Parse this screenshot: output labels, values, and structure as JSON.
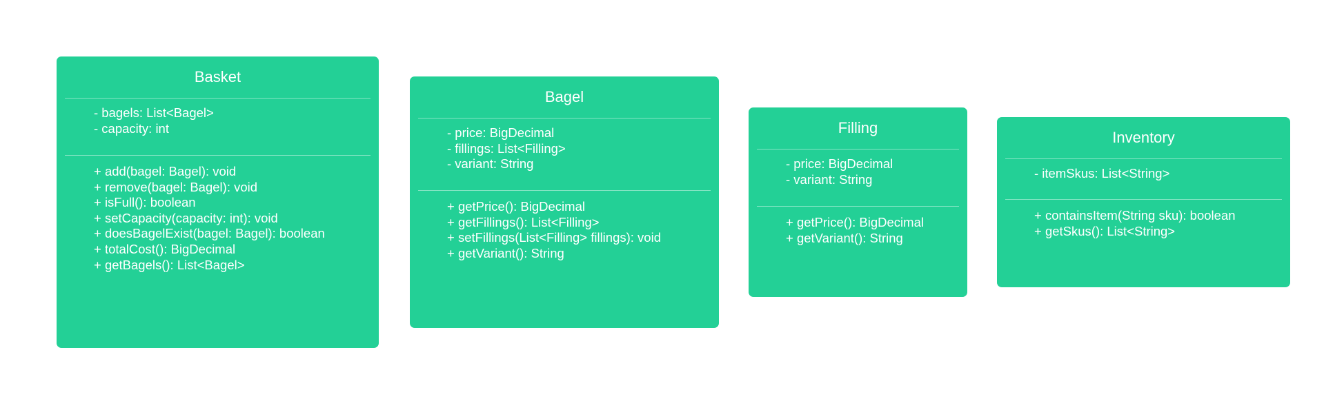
{
  "classes": [
    {
      "name": "Basket",
      "attributes": [
        "- bagels: List<Bagel>",
        "- capacity: int"
      ],
      "operations": [
        "+ add(bagel: Bagel): void",
        "+ remove(bagel: Bagel): void",
        "+ isFull(): boolean",
        "+ setCapacity(capacity: int): void",
        "+ doesBagelExist(bagel: Bagel): boolean",
        "+ totalCost(): BigDecimal",
        "+ getBagels(): List<Bagel>"
      ]
    },
    {
      "name": "Bagel",
      "attributes": [
        "- price: BigDecimal",
        "- fillings: List<Filling>",
        "- variant: String"
      ],
      "operations": [
        "+ getPrice(): BigDecimal",
        "+ getFillings(): List<Filling>",
        "+ setFillings(List<Filling> fillings): void",
        "+ getVariant(): String"
      ]
    },
    {
      "name": "Filling",
      "attributes": [
        "- price: BigDecimal",
        "- variant: String"
      ],
      "operations": [
        "+ getPrice(): BigDecimal",
        "+ getVariant(): String"
      ]
    },
    {
      "name": "Inventory",
      "attributes": [
        "- itemSkus: List<String>"
      ],
      "operations": [
        "+ containsItem(String sku): boolean",
        "+ getSkus(): List<String>"
      ]
    }
  ],
  "colors": {
    "box": "#23d096",
    "text": "#ffffff"
  }
}
